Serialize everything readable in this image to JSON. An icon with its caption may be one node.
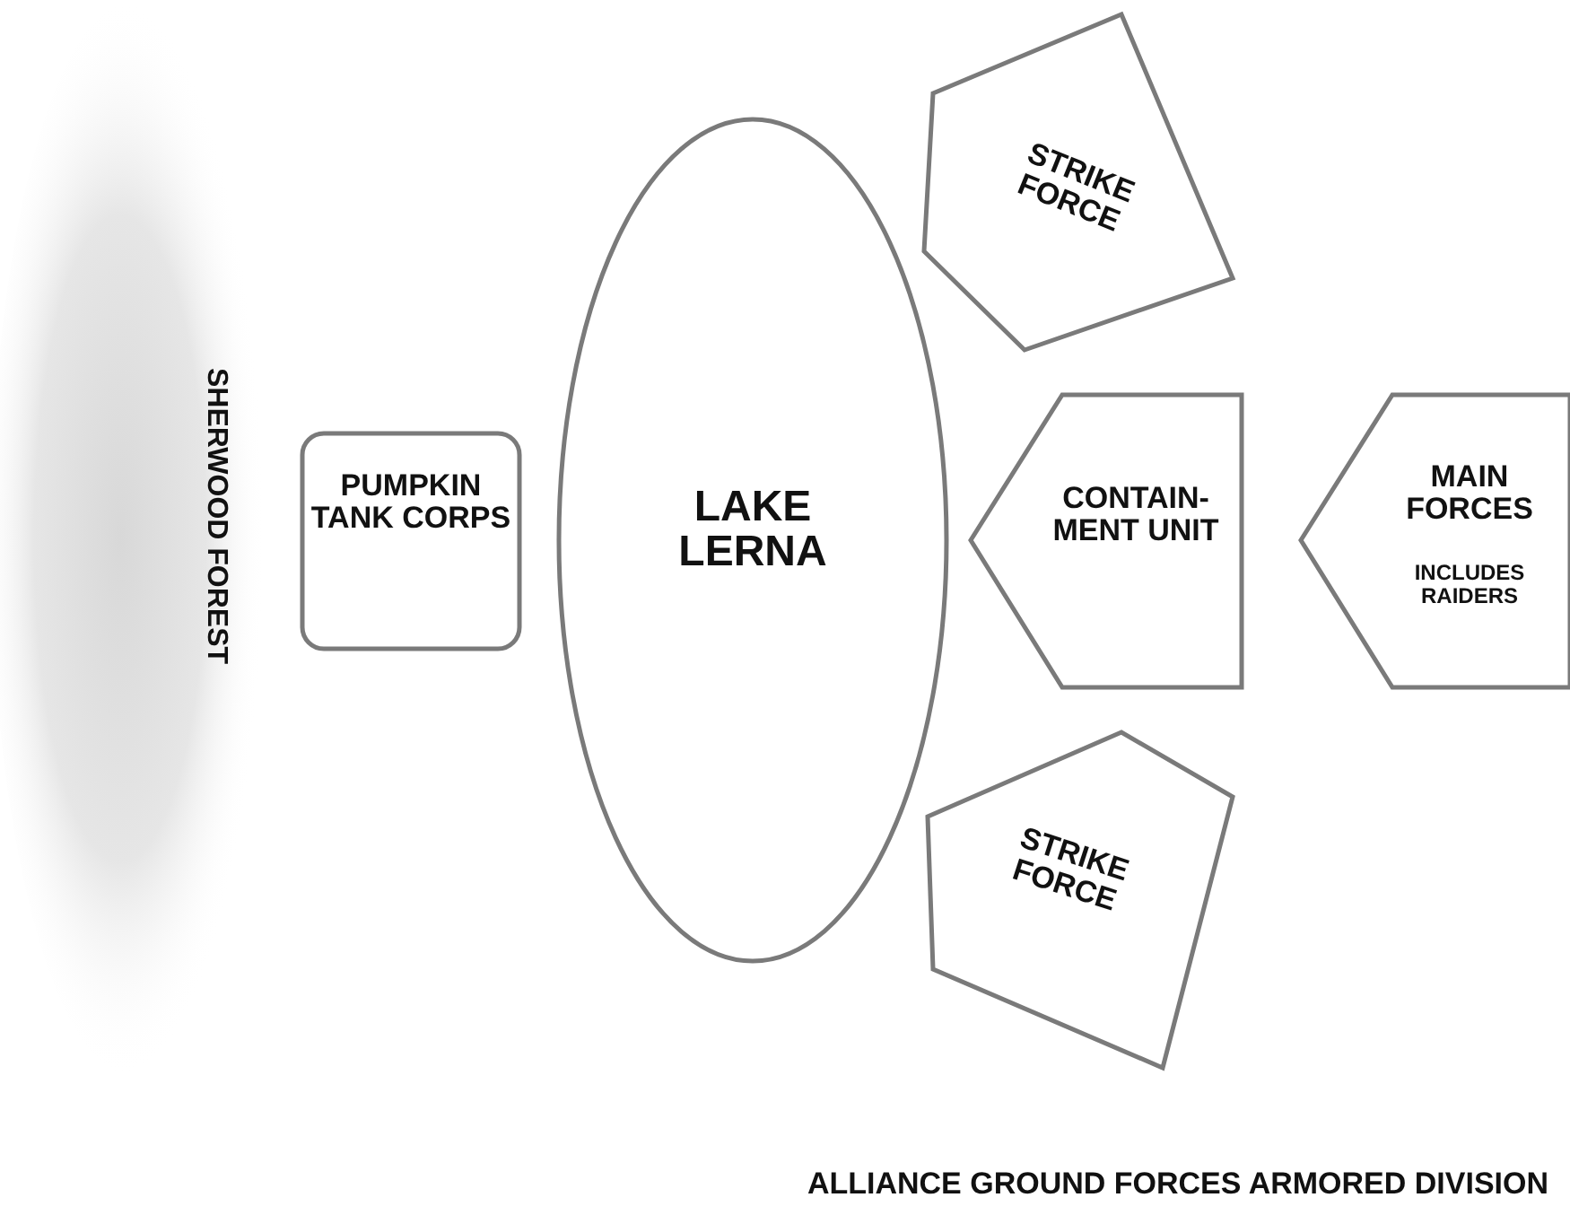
{
  "diagram": {
    "caption": "ALLIANCE GROUND FORCES ARMORED DIVISION",
    "nodes": [
      {
        "text": [
          "SHERWOOD FOREST"
        ]
      },
      {
        "text": [
          "PUMPKIN TANK CORPS"
        ]
      },
      {
        "text": [
          "LAKE LERNA"
        ]
      },
      {
        "text": [
          "STRIKE FORCE"
        ]
      },
      {
        "text": [
          "CONTAIN- MENT UNIT"
        ]
      },
      {
        "text": [
          "MAIN FORCES",
          "INCLUDES RAIDERS"
        ]
      },
      {
        "text": [
          "STRIKE FORCE"
        ]
      }
    ]
  }
}
